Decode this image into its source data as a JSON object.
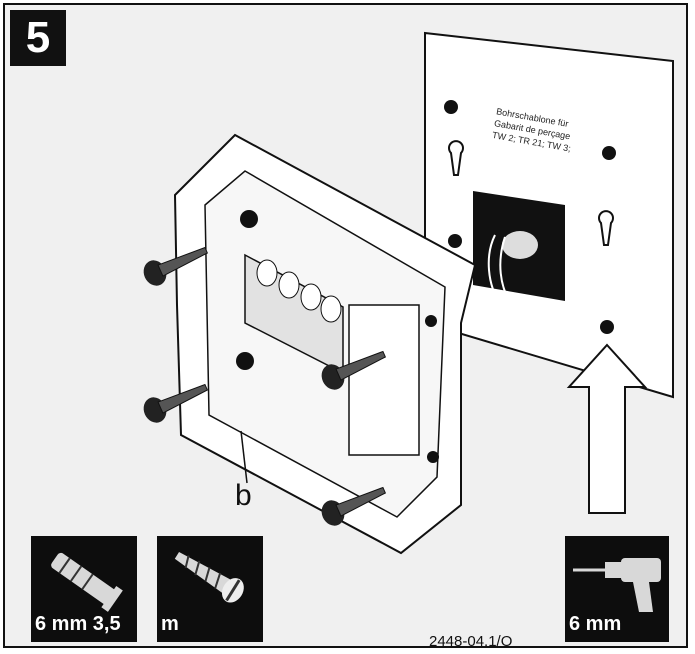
{
  "step": {
    "number": "5"
  },
  "callout": {
    "label": "b"
  },
  "backplate": {
    "label_lines": [
      "Bohrschablone für",
      "Gabarit de perçage",
      "TW 2; TR 21; TW 3;"
    ]
  },
  "tiles": {
    "anchor_text": "6 mm 3,5",
    "screw_text": "m",
    "drill_text": "6 mm"
  },
  "figure_ref": "2448-04.1/O"
}
